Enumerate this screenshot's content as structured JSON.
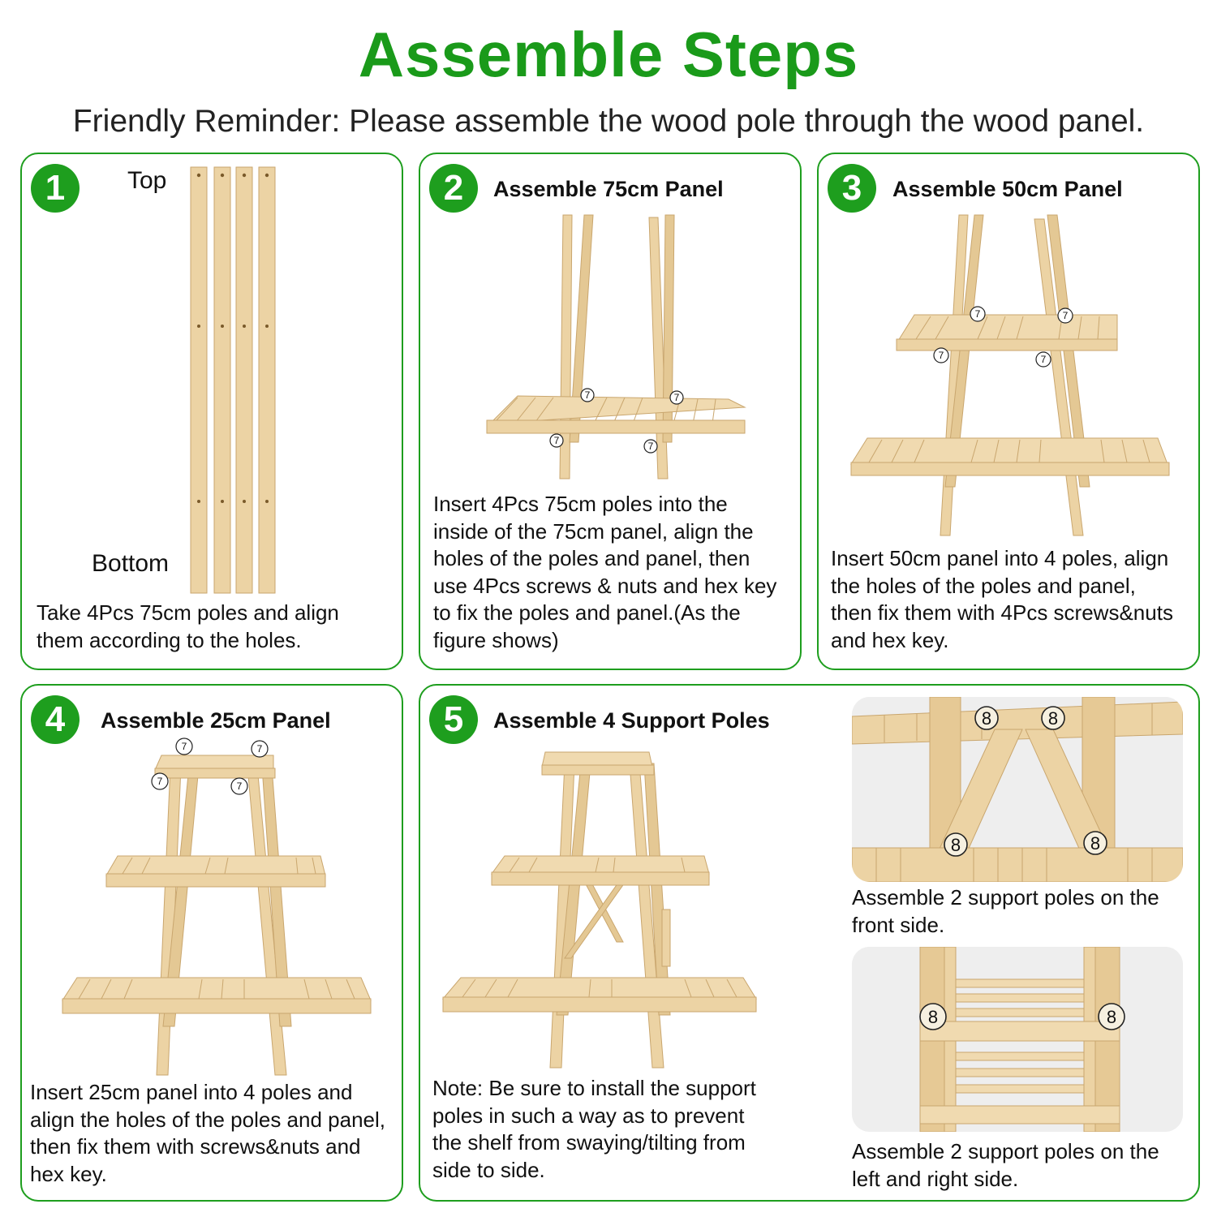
{
  "title": "Assemble Steps",
  "reminder": "Friendly Reminder: Please assemble the wood pole through the wood panel.",
  "colors": {
    "accent": "#1e9e1e",
    "wood": "#e8cfa0",
    "wood_edge": "#c9a66e"
  },
  "steps": [
    {
      "number": "1",
      "heading": "",
      "label_top": "Top",
      "label_bottom": "Bottom",
      "desc": [
        "Take 4Pcs 75cm poles and align",
        "them according to the holes."
      ]
    },
    {
      "number": "2",
      "heading": "Assemble 75cm Panel",
      "desc": [
        "Insert 4Pcs 75cm poles into the",
        "inside of the 75cm panel, align the",
        "holes of the poles and panel, then",
        "use 4Pcs screws & nuts and hex key",
        "to fix the poles and panel.(As the",
        "figure shows)"
      ]
    },
    {
      "number": "3",
      "heading": "Assemble 50cm Panel",
      "desc": [
        "Insert 50cm panel into 4 poles, align",
        "the holes of the poles and panel,",
        "then fix them with 4Pcs screws&nuts",
        "and hex key."
      ]
    },
    {
      "number": "4",
      "heading": "Assemble 25cm Panel",
      "desc": [
        "Insert 25cm panel into 4 poles and",
        "align the holes of the poles and panel,",
        "then fix them with screws&nuts and",
        "hex key."
      ]
    },
    {
      "number": "5",
      "heading": "Assemble 4 Support Poles",
      "desc": [
        "Note: Be sure to install the support",
        "poles in such a way as to prevent",
        "the shelf from swaying/tilting from",
        "side to side."
      ],
      "front_caption": [
        "Assemble 2 support poles on the",
        "front side."
      ],
      "side_caption": [
        "Assemble 2 support poles on the",
        "left and right side."
      ]
    }
  ],
  "part_markers": {
    "screw": "7",
    "support": "8"
  }
}
